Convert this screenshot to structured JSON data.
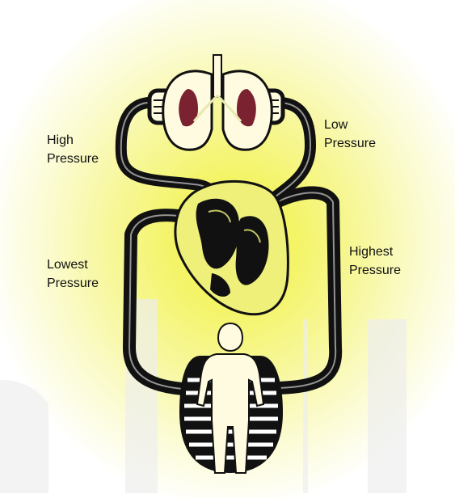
{
  "labels": {
    "high": [
      "High",
      "Pressure"
    ],
    "low": [
      "Low",
      "Pressure"
    ],
    "lowest": [
      "Lowest",
      "Pressure"
    ],
    "highest": [
      "Highest",
      "Pressure"
    ]
  },
  "colors": {
    "background_glow": "#f2f24a",
    "vessel": "#111111",
    "heart": "#eef07a",
    "lung_interior": "#7a2230",
    "body_figure": "#fffbe0"
  },
  "icons": {
    "lungs": "lungs-icon",
    "heart": "heart-icon",
    "body": "human-figure-icon"
  }
}
